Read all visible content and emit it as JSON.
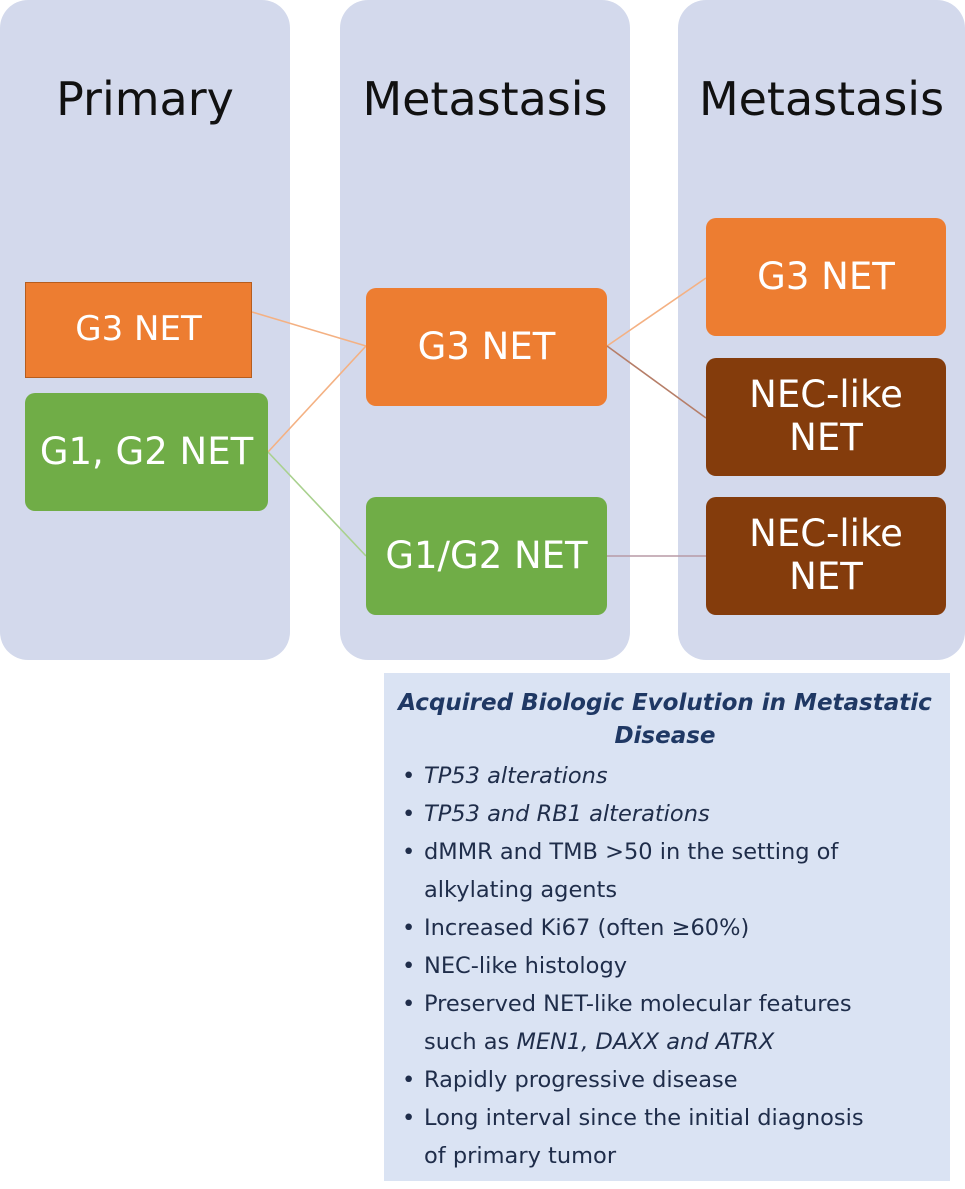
{
  "columns": [
    {
      "title": "Primary"
    },
    {
      "title": "Metastasis"
    },
    {
      "title": "Metastasis"
    }
  ],
  "nodes": {
    "primary_g3": "G3 NET",
    "primary_g12": "G1, G2 NET",
    "met1_g3": "G3 NET",
    "met1_g12": "G1/G2 NET",
    "met2_g3": "G3 NET",
    "met2_nec_a": [
      "NEC-like",
      "NET"
    ],
    "met2_nec_b": [
      "NEC-like",
      "NET"
    ]
  },
  "colors": {
    "column_bg": "#d3d9ec",
    "g3_orange": "#ed7d31",
    "g12_green": "#70ad47",
    "nec_brown": "#843c0c",
    "box_bg": "#dae3f3"
  },
  "evolution_box": {
    "title_line1": "Acquired Biologic Evolution in Metastatic",
    "title_line2": "Disease",
    "bullet": "•",
    "items": {
      "tp53": "TP53 alterations",
      "tp53_rb1": "TP53 and RB1 alterations",
      "dmmr_1": "dMMR and TMB >50 in the setting of",
      "dmmr_2": "alkylating agents",
      "ki67": "Increased Ki67 (often ≥60%)",
      "nec_hist": "NEC-like histology",
      "net_mol_1": "Preserved NET-like molecular features",
      "net_mol_2a": "such as ",
      "net_mol_2b": "MEN1, DAXX and ATRX",
      "rapid": "Rapidly progressive disease",
      "interval_1": "Long interval since the initial diagnosis",
      "interval_2": "of primary tumor"
    }
  }
}
